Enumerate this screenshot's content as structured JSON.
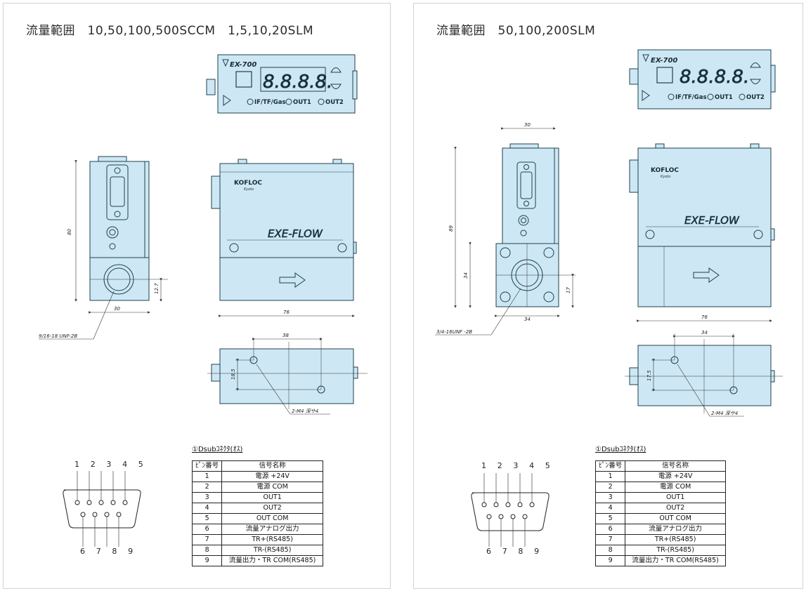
{
  "panels": [
    {
      "title": "流量範囲　10,50,100,500SCCM　1,5,10,20SLM",
      "device": {
        "model": "EX-700",
        "indicators": [
          "IF/TF/Gas",
          "OUT1",
          "OUT2"
        ],
        "digits": "8.8.8.8.",
        "brand": "KOFLOC",
        "brand_sub": "Kyoto",
        "product": "EXE-FLOW"
      },
      "dimensions": {
        "height": "80",
        "width_side": "30",
        "length": "76",
        "port_height": "12.7",
        "hole_spacing": "38",
        "hole_offset": "18.5",
        "port_thread": "9/16-18 UNF-2B",
        "mount_holes": "2-M4 深サ4"
      }
    },
    {
      "title": "流量範囲　50,100,200SLM",
      "device": {
        "model": "EX-700",
        "indicators": [
          "IF/TF/Gas",
          "OUT1",
          "OUT2"
        ],
        "digits": "8.8.8.8.",
        "brand": "KOFLOC",
        "brand_sub": "Kyoto",
        "product": "EXE-FLOW"
      },
      "dimensions": {
        "top_width": "30",
        "height": "89",
        "block_height": "34",
        "block_width": "34",
        "port_height": "17",
        "length": "76",
        "hole_spacing": "34",
        "hole_offset": "17.5",
        "port_thread": "3/4-16UNF -2B",
        "mount_holes": "2-M4 深サ4"
      }
    }
  ],
  "connector": {
    "title": "①Dsubｺﾈｸﾀ(ｵｽ)",
    "pins_top": "1 2 3 4 5",
    "pins_bottom": "6 7 8 9",
    "table_headers": [
      "ﾋﾟﾝ番号",
      "信号名称"
    ],
    "rows": [
      [
        "1",
        "電源 +24V"
      ],
      [
        "2",
        "電源 COM"
      ],
      [
        "3",
        "OUT1"
      ],
      [
        "4",
        "OUT2"
      ],
      [
        "5",
        "OUT COM"
      ],
      [
        "6",
        "流量アナログ出力"
      ],
      [
        "7",
        "TR+(RS485)"
      ],
      [
        "8",
        "TR-(RS485)"
      ],
      [
        "9",
        "流量出力・TR COM(RS485)"
      ]
    ]
  },
  "colors": {
    "body_fill": "#cde8f4",
    "body_stroke": "#1f3f4f",
    "dim_line": "#333333"
  }
}
